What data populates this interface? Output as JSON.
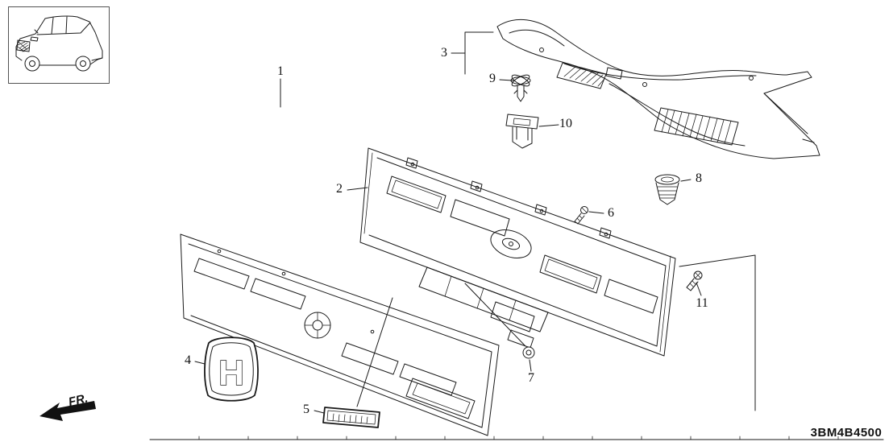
{
  "diagram": {
    "code": "3BM4B4500",
    "direction_label": "FR.",
    "emblem_letter": "H",
    "callouts": [
      "1",
      "2",
      "3",
      "4",
      "5",
      "6",
      "7",
      "8",
      "9",
      "10",
      "11"
    ]
  }
}
